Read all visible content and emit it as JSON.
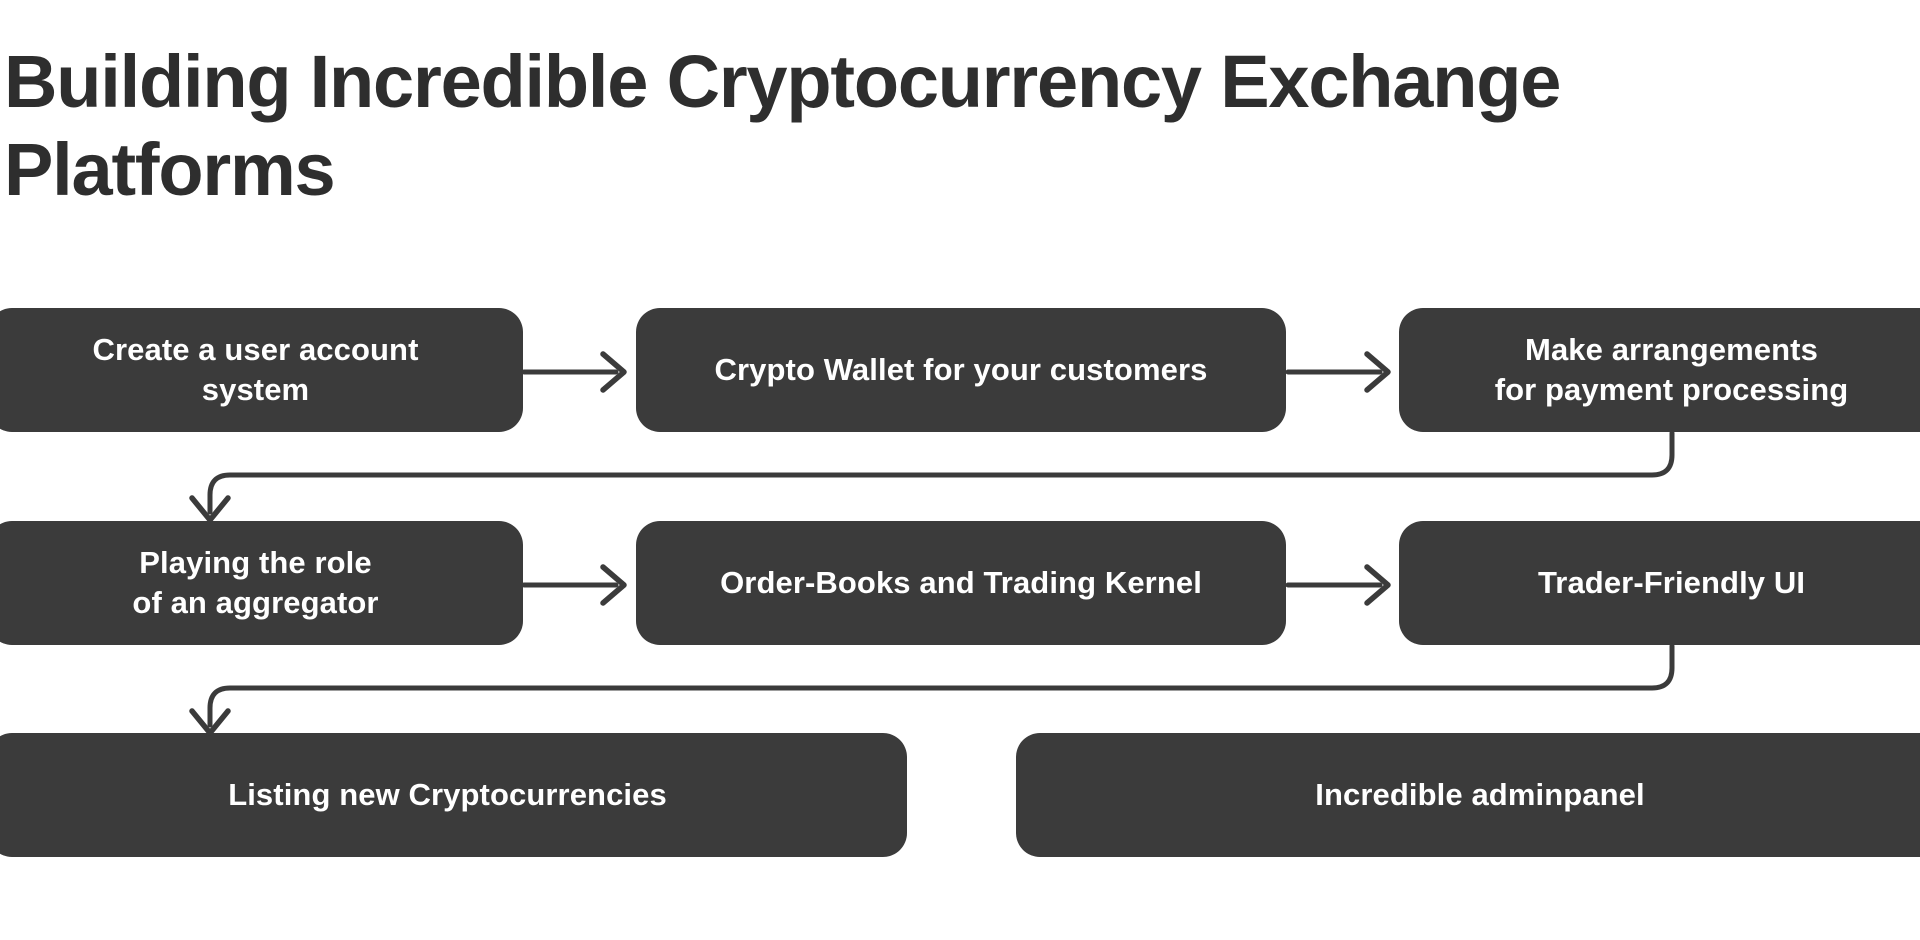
{
  "page": {
    "background_color": "#ffffff",
    "title": "Building Incredible Cryptocurrency Exchange\nPlatforms",
    "title_color": "#2e2e2e"
  },
  "theme": {
    "box_fill": "#3b3b3b",
    "box_text_color": "#ffffff",
    "connector_color": "#3b3b3b"
  },
  "flow": {
    "rows": [
      {
        "row_label": "row-1",
        "boxes": [
          {
            "id": "create-user-account-system",
            "label": "Create a user account\nsystem"
          },
          {
            "id": "crypto-wallet-for-customers",
            "label": "Crypto Wallet for your customers"
          },
          {
            "id": "payment-processing-arrangements",
            "label": "Make arrangements\nfor payment processing"
          }
        ]
      },
      {
        "row_label": "row-2",
        "boxes": [
          {
            "id": "aggregator-role",
            "label": "Playing the role\nof an aggregator"
          },
          {
            "id": "order-books-trading-kernel",
            "label": "Order-Books and Trading Kernel"
          },
          {
            "id": "trader-friendly-ui",
            "label": "Trader-Friendly UI"
          }
        ]
      },
      {
        "row_label": "row-3",
        "boxes": [
          {
            "id": "listing-new-cryptocurrencies",
            "label": "Listing new Cryptocurrencies"
          },
          {
            "id": "incredible-adminpanel",
            "label": "Incredible adminpanel"
          }
        ]
      }
    ],
    "connectors": [
      {
        "id": "arrow-1-2",
        "type": "arrow-right",
        "from": "create-user-account-system",
        "to": "crypto-wallet-for-customers"
      },
      {
        "id": "arrow-2-3",
        "type": "arrow-right",
        "from": "crypto-wallet-for-customers",
        "to": "payment-processing-arrangements"
      },
      {
        "id": "arrow-3-4",
        "type": "elbow-down-left",
        "from": "payment-processing-arrangements",
        "to": "aggregator-role"
      },
      {
        "id": "arrow-4-5",
        "type": "arrow-right",
        "from": "aggregator-role",
        "to": "order-books-trading-kernel"
      },
      {
        "id": "arrow-5-6",
        "type": "arrow-right",
        "from": "order-books-trading-kernel",
        "to": "trader-friendly-ui"
      },
      {
        "id": "arrow-6-7",
        "type": "elbow-down-left",
        "from": "trader-friendly-ui",
        "to": "listing-new-cryptocurrencies"
      }
    ]
  }
}
